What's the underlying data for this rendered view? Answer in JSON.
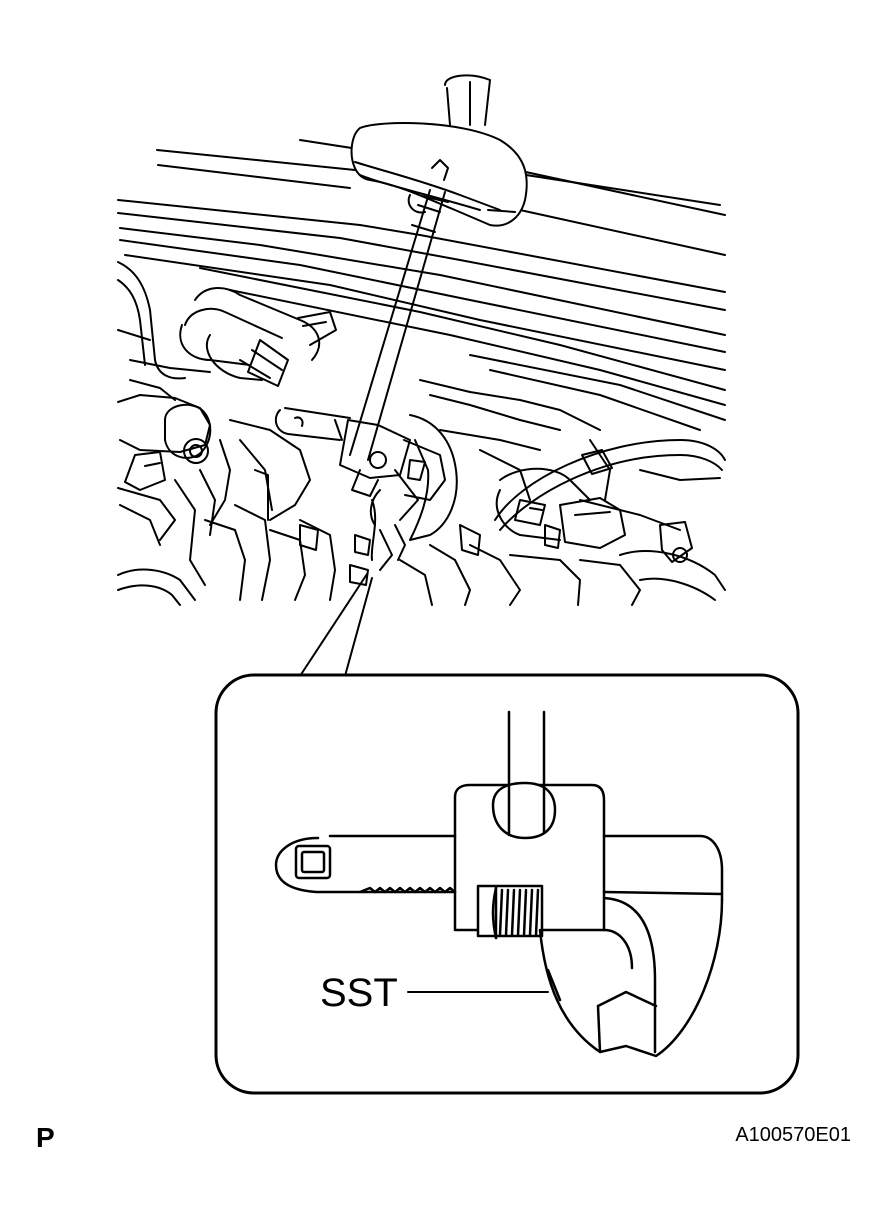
{
  "labels": {
    "tool": "SST",
    "view_letter": "P",
    "figure_code": "A100570E01"
  }
}
